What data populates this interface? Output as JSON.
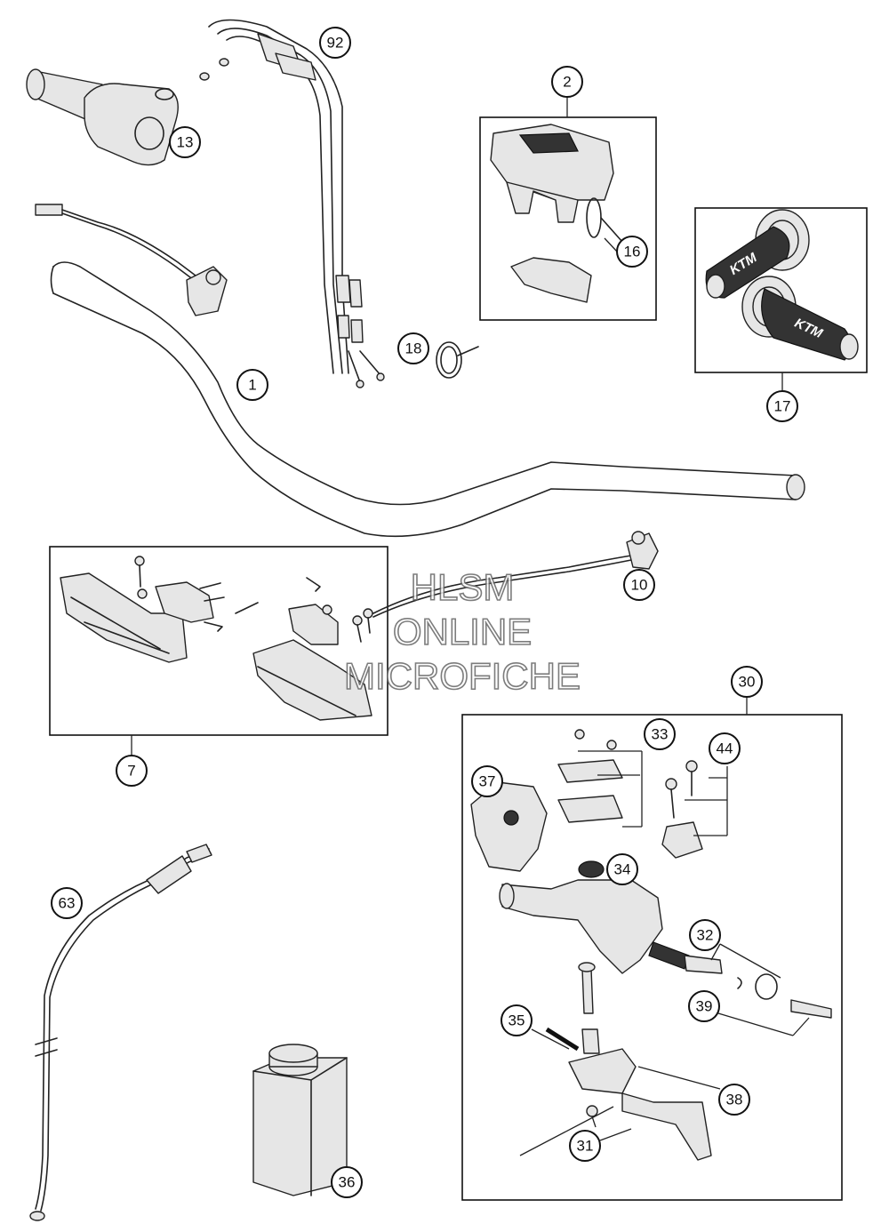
{
  "watermark": {
    "line1": "HLSM",
    "line2": "ONLINE",
    "line3": "MICROFICHE"
  },
  "grip_logo": "KTM",
  "callouts": [
    {
      "id": "c1",
      "label": "1"
    },
    {
      "id": "c2",
      "label": "2"
    },
    {
      "id": "c7",
      "label": "7"
    },
    {
      "id": "c10",
      "label": "10"
    },
    {
      "id": "c13",
      "label": "13"
    },
    {
      "id": "c16",
      "label": "16"
    },
    {
      "id": "c17",
      "label": "17"
    },
    {
      "id": "c18",
      "label": "18"
    },
    {
      "id": "c30",
      "label": "30"
    },
    {
      "id": "c31",
      "label": "31"
    },
    {
      "id": "c32",
      "label": "32"
    },
    {
      "id": "c33",
      "label": "33"
    },
    {
      "id": "c34",
      "label": "34"
    },
    {
      "id": "c35",
      "label": "35"
    },
    {
      "id": "c36",
      "label": "36"
    },
    {
      "id": "c37",
      "label": "37"
    },
    {
      "id": "c38",
      "label": "38"
    },
    {
      "id": "c39",
      "label": "39"
    },
    {
      "id": "c44",
      "label": "44"
    },
    {
      "id": "c63",
      "label": "63"
    },
    {
      "id": "c92",
      "label": "92"
    }
  ]
}
